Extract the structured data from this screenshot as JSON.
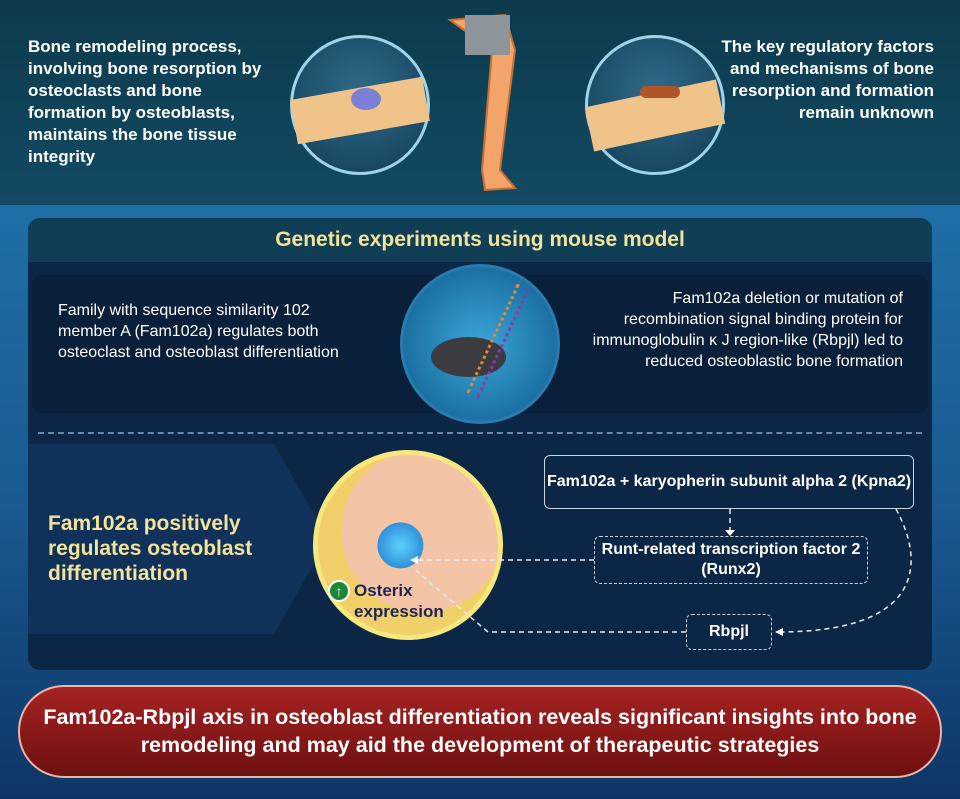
{
  "top": {
    "left_text": "Bone remodeling process, involving bone resorption by osteoclasts and bone formation by osteoblasts, maintains the bone tissue integrity",
    "right_text": "The key regulatory factors and mechanisms of bone resorption and formation remain unknown"
  },
  "panel": {
    "title": "Genetic experiments using mouse model",
    "left_text": "Family with sequence similarity 102 member A (Fam102a) regulates both osteoclast and osteoblast differentiation",
    "right_text": "Fam102a deletion or mutation of recombination signal binding protein for immunoglobulin κ J region-like (Rbpjl) led to reduced osteoblastic bone formation",
    "conclusion": "Fam102a positively regulates osteoblast differentiation",
    "cell_label": "Osterix expression",
    "boxes": [
      "Fam102a + karyopherin subunit alpha 2 (Kpna2)",
      "Runt-related transcription factor 2 (Runx2)",
      "Rbpjl"
    ]
  },
  "footer": "Fam102a-Rbpjl axis in osteoblast differentiation reveals significant insights into bone remodeling and may aid the development of therapeutic strategies",
  "colors": {
    "title": "#f3e39a",
    "footer": "#8c1b1b",
    "arrow": "#1a8a3a"
  }
}
